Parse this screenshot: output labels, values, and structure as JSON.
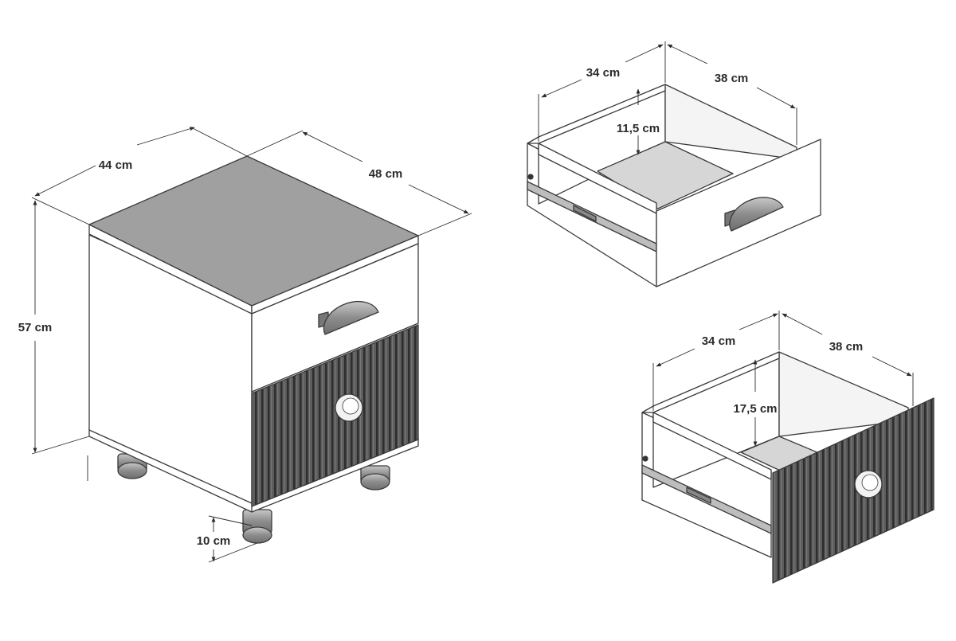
{
  "dimensions": {
    "nightstand": {
      "width": "44 cm",
      "depth": "48 cm",
      "height": "57 cm",
      "leg_height": "10 cm"
    },
    "upper_drawer": {
      "width": "34 cm",
      "depth": "38 cm",
      "inner_height": "11,5 cm"
    },
    "lower_drawer": {
      "width": "34 cm",
      "depth": "38 cm",
      "inner_height": "17,5 cm"
    }
  },
  "colors": {
    "line": "#3a3a3a",
    "panel_white": "#ffffff",
    "top_surface": "#9e9e9e",
    "drawer_floor": "#d6d6d6",
    "fluted_front": "#5a5a5a",
    "hardware": "#8a8a8a"
  }
}
